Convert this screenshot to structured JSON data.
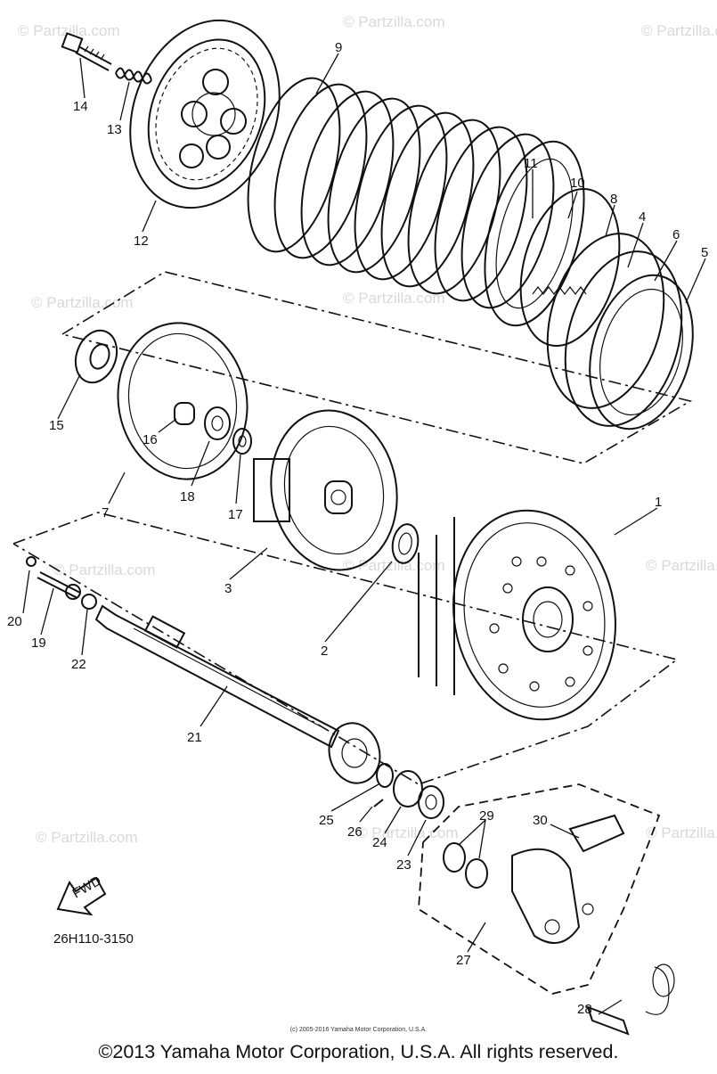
{
  "watermark": "© Partzilla.com",
  "part_labels": {
    "p1": "1",
    "p2": "2",
    "p3": "3",
    "p4": "4",
    "p5": "5",
    "p6": "6",
    "p7": "7",
    "p8": "8",
    "p9": "9",
    "p10": "10",
    "p11": "11",
    "p12": "12",
    "p13": "13",
    "p14": "14",
    "p15": "15",
    "p16": "16",
    "p17": "17",
    "p18": "18",
    "p19": "19",
    "p20": "20",
    "p21": "21",
    "p22": "22",
    "p23": "23",
    "p24": "24",
    "p25": "25",
    "p26": "26",
    "p27": "27",
    "p28": "28",
    "p29": "29",
    "p30": "30"
  },
  "fwd_label": "FWD",
  "diagram_code": "26H110-3150",
  "small_copyright": "(c) 2005-2016 Yamaha Motor Corporation, U.S.A.",
  "footer_copyright": "©2013 Yamaha Motor Corporation, U.S.A. All rights reserved."
}
